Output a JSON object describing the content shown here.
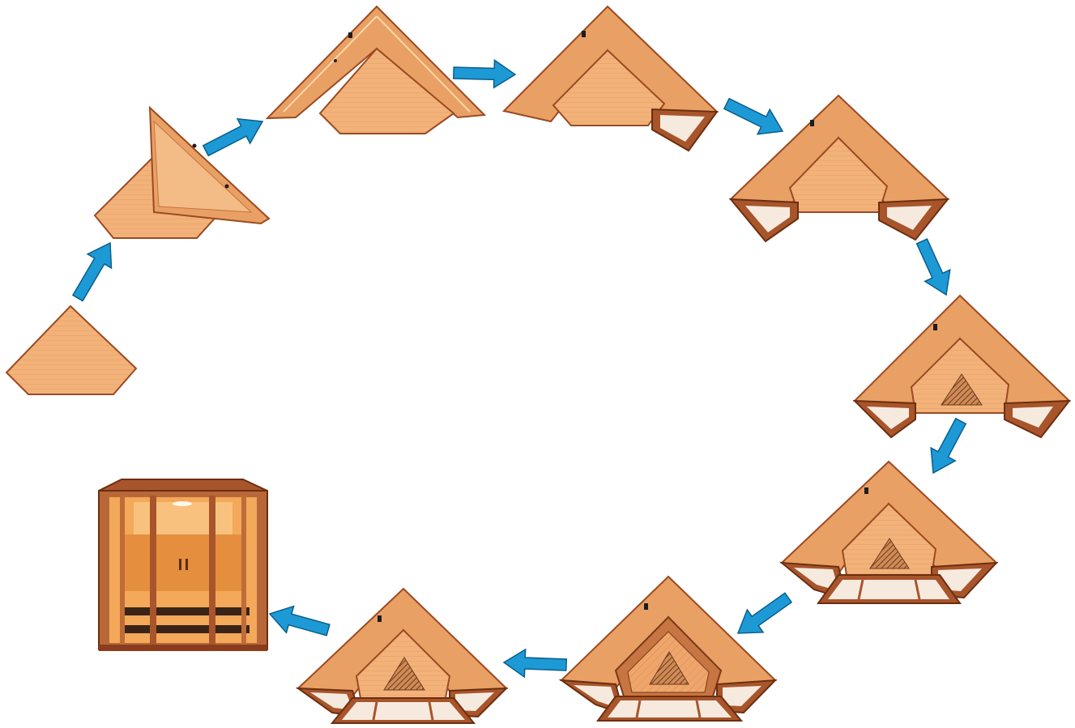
{
  "diagram": {
    "steps": [
      {
        "stage": "floor"
      },
      {
        "stage": "back-walls"
      },
      {
        "stage": "walls-topview"
      },
      {
        "stage": "right-window"
      },
      {
        "stage": "both-windows"
      },
      {
        "stage": "floor-heater"
      },
      {
        "stage": "front-glass"
      },
      {
        "stage": "bench"
      },
      {
        "stage": "top-view-complete"
      },
      {
        "stage": "assembled-sauna"
      }
    ],
    "arrow_count": 9
  },
  "colors": {
    "wood_light": "#f2b27a",
    "wood_mid": "#e9a064",
    "wood_dark": "#a8552b",
    "frame": "#8a3d1c",
    "glass": "#f6eadf",
    "arrow": "#1d9ad6",
    "arrow_edge": "#0a5e8c",
    "grille": "#7a4a2a"
  }
}
